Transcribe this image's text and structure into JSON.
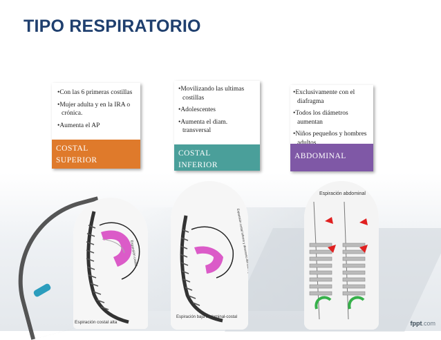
{
  "title": "TIPO RESPIRATORIO",
  "cards": [
    {
      "items": [
        "•Con las 6 primeras costillas",
        "•Mujer adulta y en la IRA o crónica.",
        "•Aumenta el AP"
      ],
      "band_line1": "COSTAL",
      "band_line2": "SUPERIOR",
      "color": "#df7a2b"
    },
    {
      "items": [
        "•Movilizando las ultimas costillas",
        "•Adolescentes",
        "•Aumenta el diam. transversal"
      ],
      "band_line1": "COSTAL",
      "band_line2": "INFERIOR",
      "color": "#4a9f9a"
    },
    {
      "items": [
        "•Exclusivamente con el diafragma",
        "•Todos los diámetros aumentan",
        "•Niños pequeños y hombres adultos"
      ],
      "band_line1": "ABDOMINAL",
      "color": "#7f58a6"
    }
  ],
  "images": {
    "costal_superior_caption": "Espiración costal alta",
    "costal_superior_label": "Expansión costal",
    "costal_inferior_caption": "Espiración baja abdominal-costal",
    "costal_inferior_label": "Expansión costal inferior y descenso del diafragma",
    "abdominal_caption": "Espiración abdominal"
  },
  "footer": {
    "brand": "fppt",
    "domain": ".com"
  },
  "colors": {
    "title": "#1f3f6e",
    "highlight": "#d63fbf",
    "arrow": "#e02020",
    "green": "#36b04a"
  }
}
